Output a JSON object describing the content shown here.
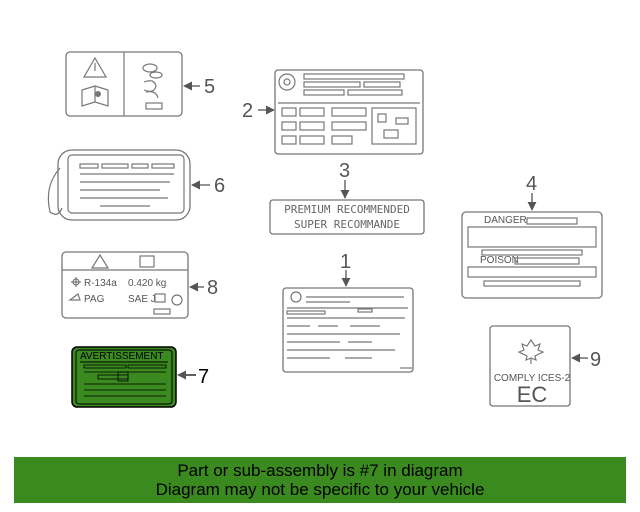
{
  "callouts": {
    "c1": "1",
    "c2": "2",
    "c3": "3",
    "c4": "4",
    "c5": "5",
    "c6": "6",
    "c7": "7",
    "c8": "8",
    "c9": "9"
  },
  "label3": {
    "line1": "PREMIUM  RECOMMENDED",
    "line2": "SUPER  RECOMMANDE"
  },
  "label4": {
    "danger": "DANGER",
    "poison": "POISON"
  },
  "label7": {
    "title": "AVERTISSEMENT",
    "color": "#3b8a1f"
  },
  "label8": {
    "refrigerant": "R-134a",
    "amount": "0.420 kg",
    "oil": "PAG",
    "sae": "SAE J"
  },
  "label9": {
    "text": "COMPLY ICES-2",
    "ec": "EC"
  },
  "banner": {
    "line1": "Part or sub-assembly is #7 in diagram",
    "line2": "Diagram may not be specific to your vehicle",
    "color": "#3b8a1f"
  }
}
